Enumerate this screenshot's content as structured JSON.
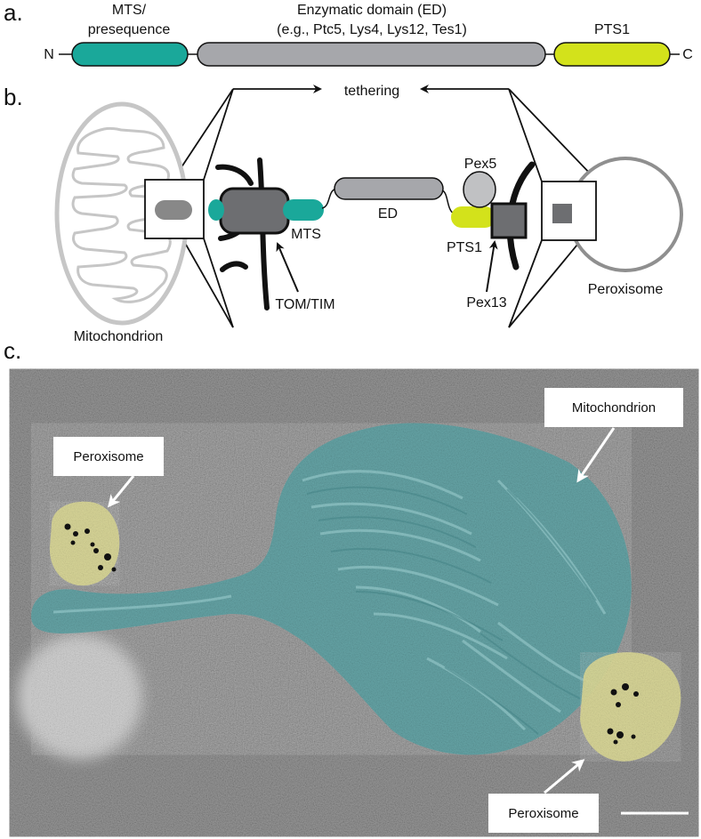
{
  "panels": {
    "a": {
      "label": "a.",
      "n_terminus": "N",
      "c_terminus": "C",
      "domains": {
        "mts": {
          "label_line1": "MTS/",
          "label_line2": "presequence",
          "color": "#1aa89a"
        },
        "ed": {
          "label_line1": "Enzymatic domain (ED)",
          "label_line2": "(e.g., Ptc5, Lys4, Lys12, Tes1)",
          "color": "#a6a7ab"
        },
        "pts1": {
          "label": "PTS1",
          "color": "#d3e21b"
        }
      }
    },
    "b": {
      "label": "b.",
      "tethering": "tethering",
      "mitochondrion": "Mitochondrion",
      "peroxisome": "Peroxisome",
      "mts": "MTS",
      "ed": "ED",
      "pex5": "Pex5",
      "pts1": "PTS1",
      "pex13": "Pex13",
      "tom_tim": "TOM/TIM"
    },
    "c": {
      "label": "c.",
      "callout_mito": "Mitochondrion",
      "callout_perox_top": "Peroxisome",
      "callout_perox_bottom": "Peroxisome"
    }
  },
  "colors": {
    "teal": "#1aa89a",
    "grey": "#a6a7ab",
    "dark_grey": "#6d6e71",
    "yellow": "#d3e21b",
    "em_mito": "#6bb2b4",
    "em_perox": "#e6e3a2"
  }
}
